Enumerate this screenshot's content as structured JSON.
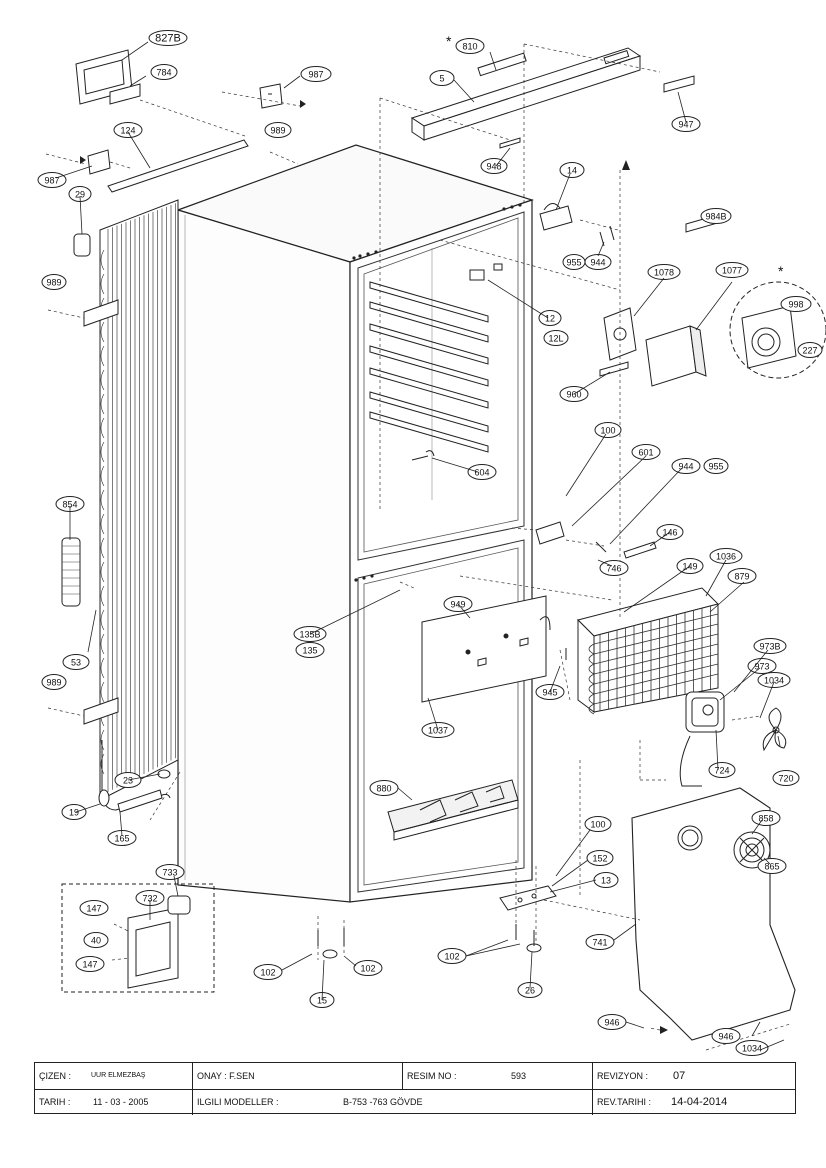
{
  "diagram": {
    "callouts": {
      "c827B": "827B",
      "c784": "784",
      "c987a": "987",
      "c987b": "987",
      "c124": "124",
      "c989a": "989",
      "c989b": "989",
      "c989c": "989",
      "c29": "29",
      "c810": "810",
      "c5": "5",
      "c947": "947",
      "c948": "948",
      "c14": "14",
      "c955a": "955",
      "c944a": "944",
      "c984B": "984B",
      "c12": "12",
      "c12L": "12L",
      "c1078": "1078",
      "c1077": "1077",
      "c998": "998",
      "c227": "227",
      "c960": "960",
      "c604": "604",
      "c100a": "100",
      "c601": "601",
      "c944b": "944",
      "c955b": "955",
      "c146": "146",
      "c746": "746",
      "c854": "854",
      "c149": "149",
      "c1036": "1036",
      "c879": "879",
      "c135B": "135B",
      "c135": "135",
      "c949": "949",
      "c945": "945",
      "c973B": "973B",
      "c973": "973",
      "c1034a": "1034",
      "c53": "53",
      "c1037": "1037",
      "c724": "724",
      "c720": "720",
      "c23": "23",
      "c880": "880",
      "c19": "19",
      "c165": "165",
      "c858": "858",
      "c100b": "100",
      "c865": "865",
      "c152": "152",
      "c13": "13",
      "c733": "733",
      "c732": "732",
      "c147a": "147",
      "c40": "40",
      "c147b": "147",
      "c741": "741",
      "c102a": "102",
      "c102b": "102",
      "c102c": "102",
      "c15": "15",
      "c26": "26",
      "c946a": "946",
      "c946b": "946",
      "c1034b": "1034"
    },
    "stars": {
      "s1": "*",
      "s2": "*"
    }
  },
  "title_block": {
    "cizen_label": "ÇIZEN :",
    "cizen_value": "UUR ELMEZBAŞ",
    "onay_text": "ONAY : F.SEN",
    "resim_label": "RESIM NO :",
    "resim_value": "593",
    "revizyon_label": "REVIZYON :",
    "revizyon_value": "07",
    "tarih_label": "TARIH :",
    "tarih_value": "11 - 03 - 2005",
    "modeller_label": "ILGILI MODELLER :",
    "modeller_value": "B-753 -763 GÖVDE",
    "rev_tarihi_label": "REV.TARIHI :",
    "rev_tarihi_value": "14-04-2014"
  }
}
